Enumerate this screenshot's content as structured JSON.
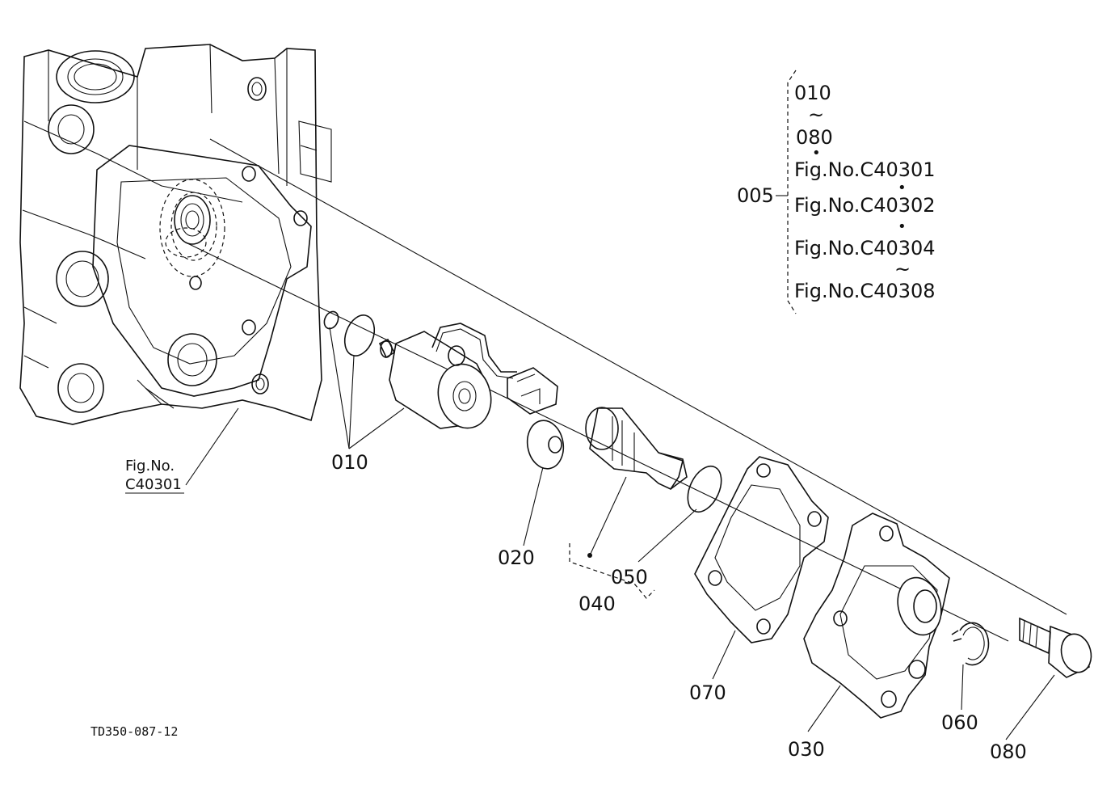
{
  "parts": {
    "p005": "005",
    "p010": "010",
    "p020": "020",
    "p030": "030",
    "p040": "040",
    "p050": "050",
    "p060": "060",
    "p070": "070",
    "p080": "080"
  },
  "assembly_note": {
    "range_start": "010",
    "range_tilde": "~",
    "range_end": "080",
    "dot": "•",
    "fig1": "Fig.No.C40301",
    "fig2": "Fig.No.C40302",
    "fig3": "Fig.No.C40304",
    "fig_tilde": "~",
    "fig4": "Fig.No.C40308"
  },
  "reference": {
    "line1": "Fig.No.",
    "line2": "C40301"
  },
  "drawing_code": "TD350-087-12",
  "colors": {
    "line": "#111111",
    "background": "#ffffff"
  }
}
